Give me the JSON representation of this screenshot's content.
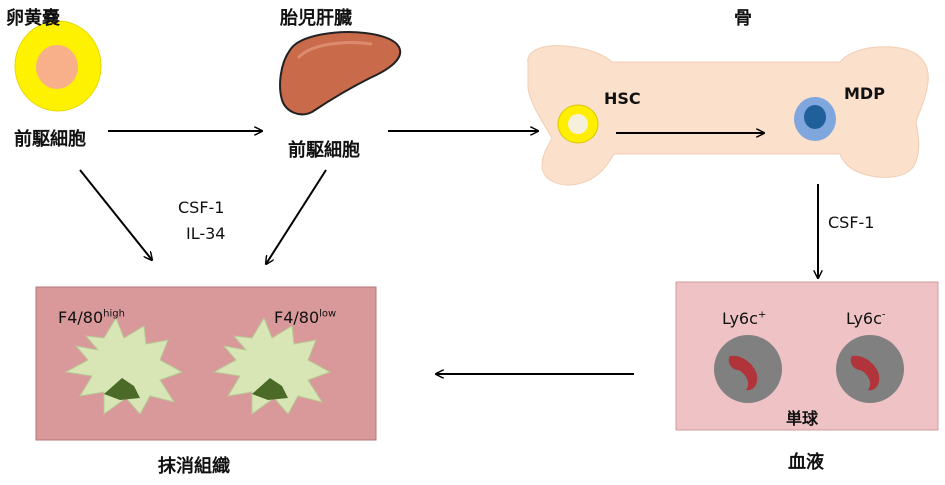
{
  "source": {
    "yolk_sac": "卵黄嚢",
    "fetal_liver": "胎児肝臓",
    "bone": "骨",
    "progenitor_1": "前駆細胞",
    "progenitor_2": "前駆細胞",
    "hsc": "HSC",
    "mdp": "MDP"
  },
  "factors": {
    "csf1_left": "CSF-1",
    "il34": "IL-34",
    "csf1_right": "CSF-1"
  },
  "tissue": {
    "f4_80_base_1": "F4/80",
    "f4_80_sup_1": "high",
    "f4_80_base_2": "F4/80",
    "f4_80_sup_2": "low",
    "caption": "抹消組織"
  },
  "blood": {
    "ly6c_base_1": "Ly6c",
    "ly6c_sup_1": "+",
    "ly6c_base_2": "Ly6c",
    "ly6c_sup_2": "-",
    "monocyte": "単球",
    "caption": "血液"
  },
  "colors": {
    "yolk_outer": "#fff200",
    "yolk_inner": "#f7b08a",
    "liver": "#c96a4a",
    "bone": "#fbe0cc",
    "hsc_ring": "#ffee00",
    "mdp_outer": "#7fa6dd",
    "mdp_inner": "#1f5f9a",
    "tissue_box": "#d9999a",
    "blood_box": "#efc3c5",
    "macrophage": "#d8e6b6",
    "nucleus": "#4c6a27",
    "monocyte_cell": "#808080",
    "monocyte_nucleus": "#b0343a"
  }
}
